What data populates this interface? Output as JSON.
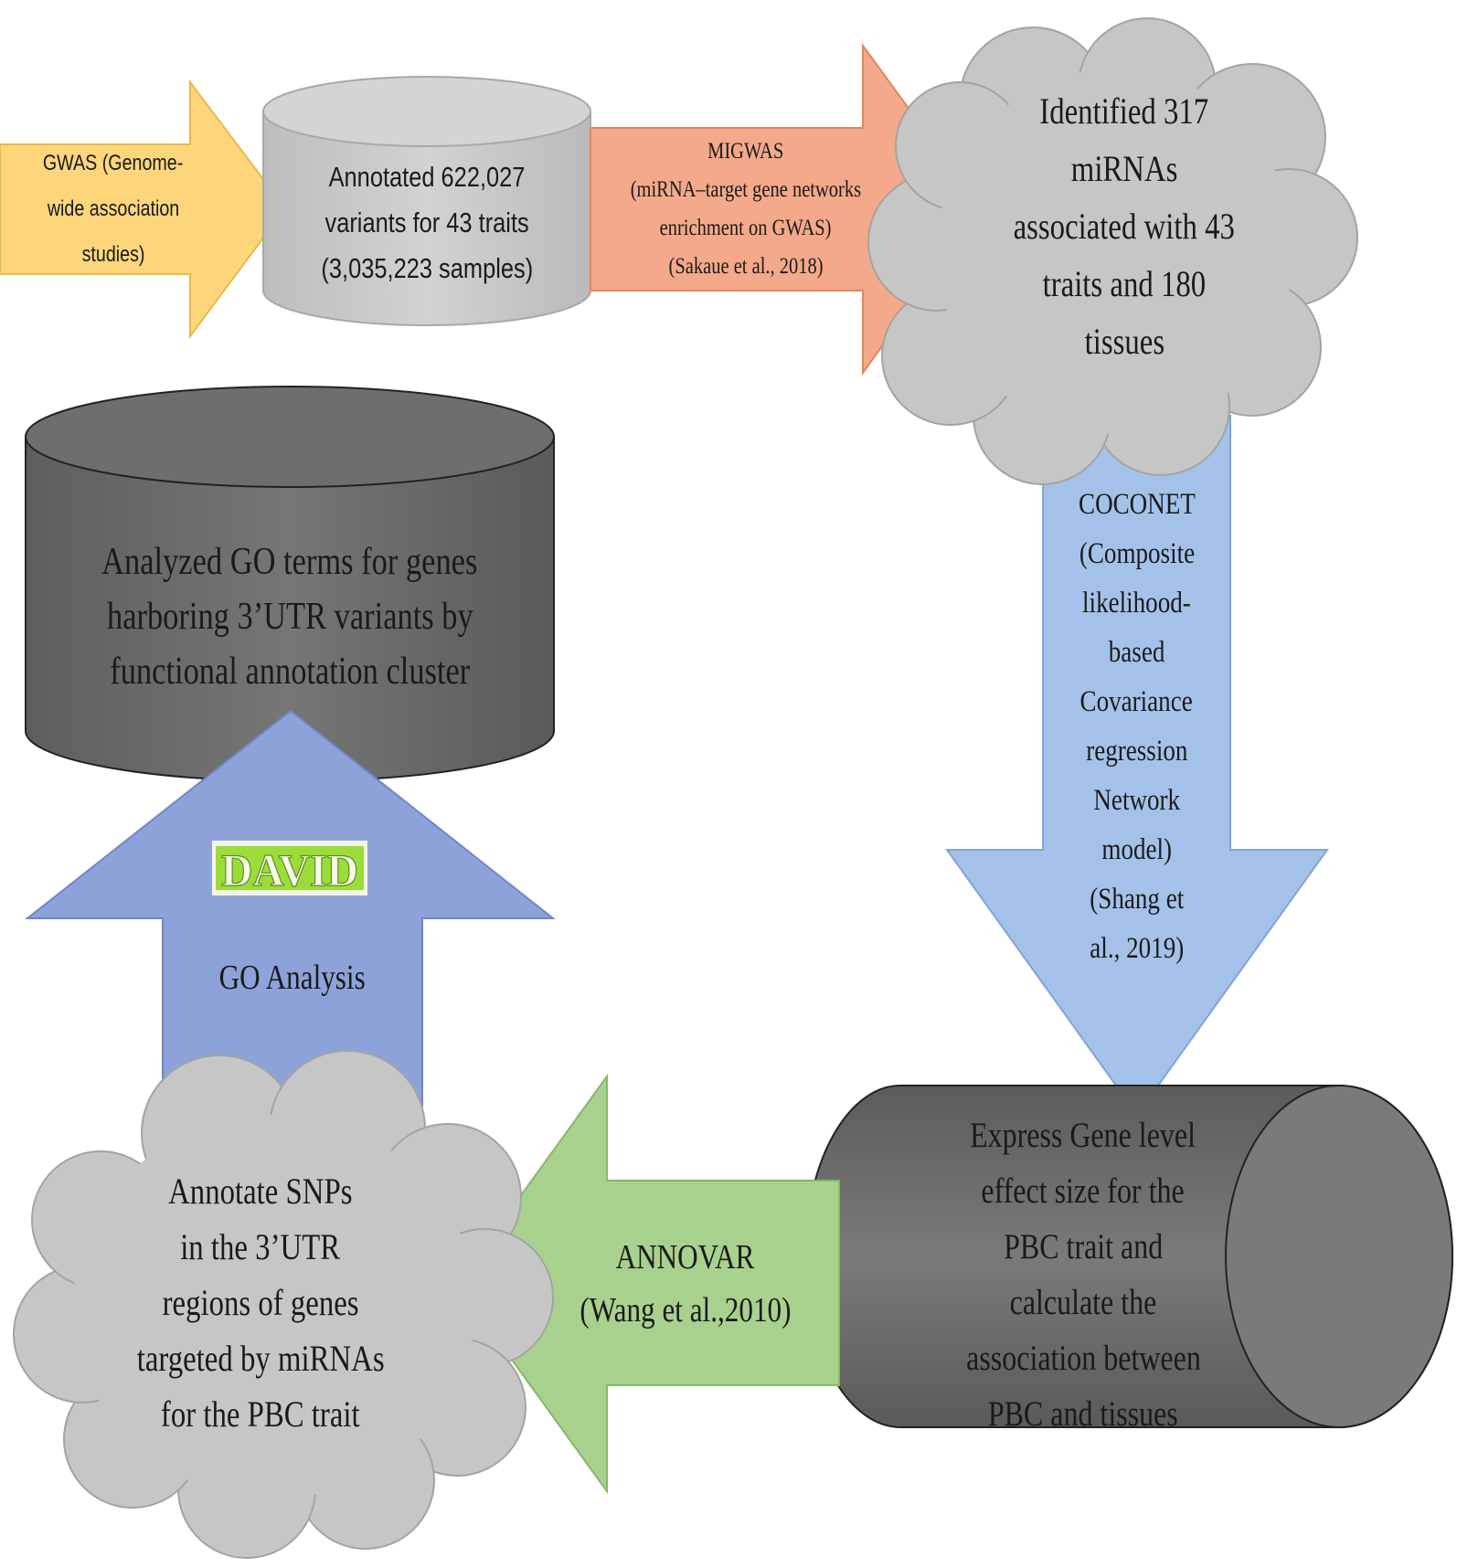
{
  "nodes": {
    "gwas": {
      "lines": [
        "GWAS (Genome-",
        "wide association",
        "studies)"
      ]
    },
    "annotated_variants": {
      "lines": [
        "Annotated 622,027",
        "variants for 43 traits",
        "(3,035,223 samples)"
      ]
    },
    "identified_mirnas": {
      "lines": [
        "Identified 317",
        "miRNAs",
        "associated with 43",
        "traits and 180",
        "tissues"
      ]
    },
    "express_gene": {
      "lines": [
        "Express Gene level",
        "effect size for the",
        "PBC trait and",
        "calculate the",
        "association between",
        "PBC and tissues"
      ]
    },
    "annotate_snps": {
      "lines": [
        "Annotate SNPs",
        "in the 3’UTR",
        "regions of genes",
        "targeted by miRNAs",
        "for the PBC trait"
      ]
    },
    "analyzed_go": {
      "lines": [
        "Analyzed GO terms for genes",
        "harboring 3’UTR variants by",
        "functional annotation cluster"
      ]
    }
  },
  "arrows": {
    "migwas": {
      "lines": [
        "MIGWAS",
        "(miRNA–target gene networks",
        "enrichment on GWAS)",
        "(Sakaue et al., 2018)"
      ]
    },
    "coconet": {
      "lines": [
        "COCONET",
        "(Composite",
        "likelihood-",
        "based",
        "Covariance",
        "regression",
        "Network",
        "model)",
        "(Shang et",
        "al., 2019)"
      ]
    },
    "annovar": {
      "lines": [
        "ANNOVAR",
        "(Wang et al.,2010)"
      ]
    },
    "go_analysis": {
      "lines": [
        "GO Analysis"
      ],
      "logo_text": "DAVID"
    }
  },
  "colors": {
    "gwas_arrow": "#fdd67c",
    "migwas_arrow": "#f4a98a",
    "coconet_arrow": "#a4c2e9",
    "annovar_arrow": "#a9d18e",
    "go_arrow": "#8ea2da",
    "light_cylinder": "#c9c9c9",
    "dark_cylinder": "#6c6c6c",
    "cloud": "#c6c6c6",
    "logo_green": "#9bdc3a"
  }
}
